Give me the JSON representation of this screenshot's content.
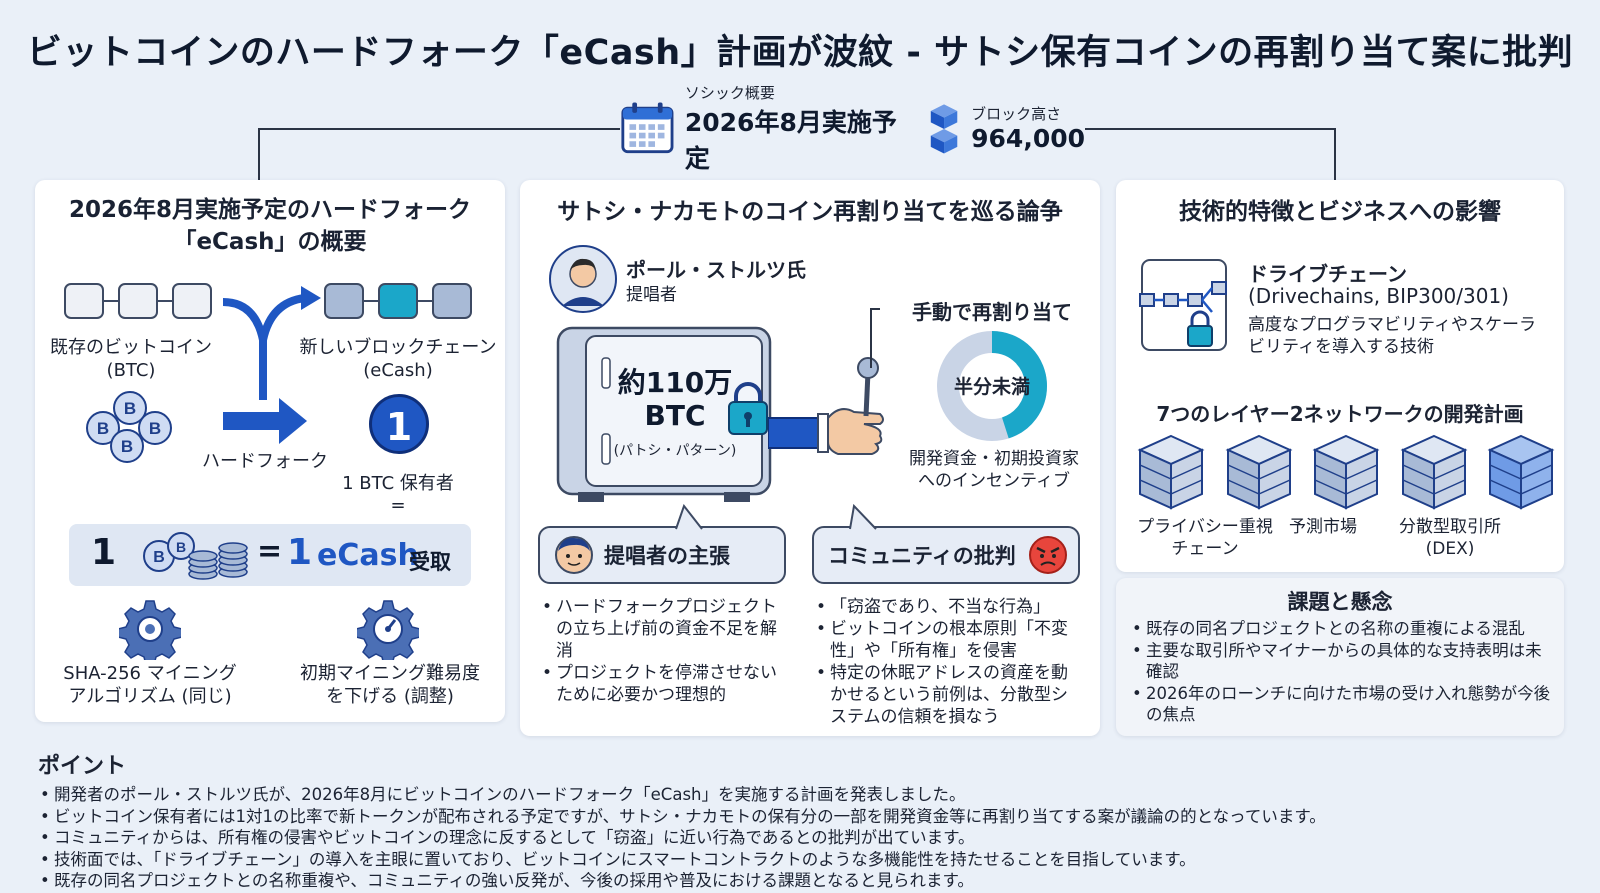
{
  "title": "ビットコインのハードフォーク「eCash」計画が波紋 - サトシ保有コインの再割り当て案に批判",
  "header": {
    "schedule_label": "ソシック概要",
    "schedule_value": "2026年8月実施予定",
    "block_label": "ブロック高さ",
    "block_value": "964,000"
  },
  "left": {
    "title_line1": "2026年8月実施予定のハードフォーク",
    "title_line2": "「eCash」の概要",
    "existing_label_line1": "既存のビットコイン",
    "existing_label_line2": "(BTC)",
    "new_label_line1": "新しいブロックチェーン",
    "new_label_line2": "(eCash)",
    "hardfork_label": "ハードフォーク",
    "one_badge": "1",
    "holder_label": "1 BTC 保有者",
    "equals_small": "=",
    "eq_left": "1",
    "eq_sign": "=",
    "eq_right_num": "1",
    "eq_right_unit": "eCash",
    "eq_right_suffix": "受取",
    "sha_line1": "SHA-256 マイニング",
    "sha_line2": "アルゴリズム (同じ)",
    "diff_line1": "初期マイニング難易度",
    "diff_line2": "を下げる (調整)"
  },
  "middle": {
    "title": "サトシ・ナカモトのコイン再割り当てを巡る論争",
    "person_name": "ポール・ストルツ氏",
    "person_role": "提唱者",
    "vault_amount": "約110万",
    "vault_unit": "BTC",
    "vault_note": "(パトシ・パターン)",
    "manual_label": "手動で再割り当て",
    "donut_label": "半分未満",
    "donut_fraction": 0.45,
    "incentive_line1": "開発資金・初期投資家",
    "incentive_line2": "へのインセンティブ",
    "proponent_title": "提唱者の主張",
    "proponent_points": [
      "ハードフォークプロジェクトの立ち上げ前の資金不足を解消",
      "プロジェクトを停滞させないために必要かつ理想的"
    ],
    "critic_title": "コミュニティの批判",
    "critic_points": [
      "「窃盗であり、不当な行為」",
      "ビットコインの根本原則「不変性」や「所有権」を侵害",
      "特定の休眠アドレスの資産を動かせるという前例は、分散型システムの信頼を損なう"
    ]
  },
  "right": {
    "title": "技術的特徴とビジネスへの影響",
    "drive_title": "ドライブチェーン",
    "drive_sub": "(Drivechains, BIP300/301)",
    "drive_desc": "高度なプログラマビリティやスケーラビリティを導入する技術",
    "l2_title": "7つのレイヤー2ネットワークの開発計画",
    "l2_labels": [
      "プライバシー重視チェーン",
      "予測市場",
      "分散型取引所(DEX)"
    ],
    "issues_title": "課題と懸念",
    "issues": [
      "既存の同名プロジェクトとの名称の重複による混乱",
      "主要な取引所やマイナーからの具体的な支持表明は未確認",
      "2026年のローンチに向けた市場の受け入れ態勢が今後の焦点"
    ]
  },
  "points": {
    "title": "ポイント",
    "items": [
      "開発者のポール・ストルツ氏が、2026年8月にビットコインのハードフォーク「eCash」を実施する計画を発表しました。",
      "ビットコイン保有者には1対1の比率で新トークンが配布される予定ですが、サトシ・ナカモトの保有分の一部を開発資金等に再割り当てする案が議論の的となっています。",
      "コミュニティからは、所有権の侵害やビットコインの理念に反するとして「窃盗」に近い行為であるとの批判が出ています。",
      "技術面では、「ドライブチェーン」の導入を主眼に置いており、ビットコインにスマートコントラクトのような多機能性を持たせることを目指しています。",
      "既存の同名プロジェクトとの名称重複や、コミュニティの強い反発が、今後の採用や普及における課題となると見られます。"
    ]
  },
  "colors": {
    "accent_blue": "#1f57c3",
    "teal": "#1ba7c9",
    "dark": "#0f1a2e"
  }
}
